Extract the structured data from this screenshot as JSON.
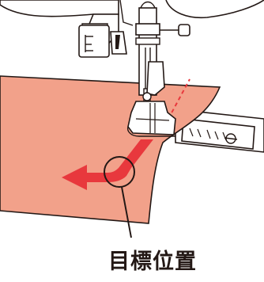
{
  "callout": {
    "label": "目標位置"
  },
  "colors": {
    "fabric": "#F2A18A",
    "arrow": "#E8383D",
    "outline": "#231815",
    "seam_guide": "#E8383D"
  },
  "icons": [
    "sewing-machine-head",
    "presser-foot",
    "needle-plate-guide",
    "direction-arrow",
    "target-circle"
  ]
}
